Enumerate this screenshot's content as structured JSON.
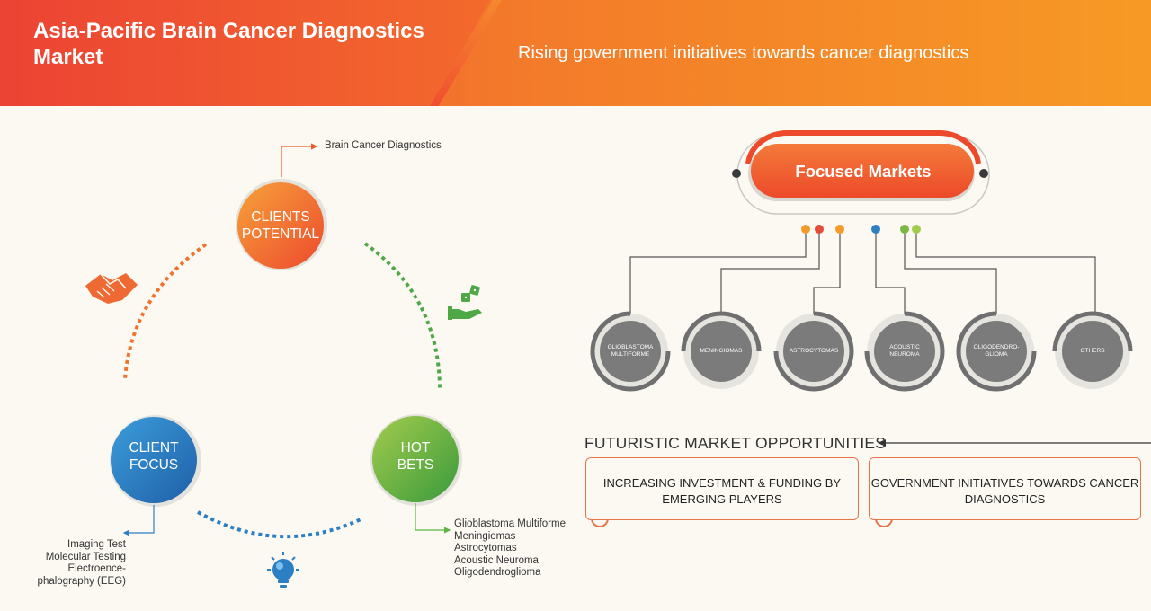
{
  "header": {
    "title": "Asia-Pacific Brain Cancer Diagnostics Market",
    "subtitle": "Rising government initiatives towards cancer diagnostics"
  },
  "cycle": {
    "clients_potential": {
      "line1": "CLIENTS",
      "line2": "POTENTIAL",
      "note": "Brain Cancer Diagnostics"
    },
    "client_focus": {
      "line1": "CLIENT",
      "line2": "FOCUS",
      "notes": [
        "Imaging Test",
        "Molecular Testing",
        "Electroence-",
        "phalography (EEG)"
      ]
    },
    "hot_bets": {
      "line1": "HOT",
      "line2": "BETS",
      "notes": [
        "Glioblastoma Multiforme",
        "Meningiomas",
        "Astrocytomas",
        "Acoustic Neuroma",
        "Oligodendroglioma"
      ]
    }
  },
  "icons": [
    "handshake-icon",
    "dice-hand-icon",
    "lightbulb-icon"
  ],
  "focused_markets": {
    "title": "Focused Markets",
    "segments": [
      {
        "line1": "GLIOBLASTOMA",
        "line2": "MULTIFORME"
      },
      {
        "line1": "MENINGIOMAS",
        "line2": ""
      },
      {
        "line1": "ASTROCYTOMAS",
        "line2": ""
      },
      {
        "line1": "ACOUSTIC",
        "line2": "NEUROMA"
      },
      {
        "line1": "OLIGODENDRO-",
        "line2": "GLIOMA"
      },
      {
        "line1": "OTHERS",
        "line2": ""
      }
    ]
  },
  "opportunities": {
    "title": "FUTURISTIC MARKET OPPORTUNITIES",
    "items": [
      {
        "line1": "INCREASING INVESTMENT & FUNDING BY",
        "line2": "EMERGING PLAYERS"
      },
      {
        "line1": "GOVERNMENT INITIATIVES TOWARDS CANCER",
        "line2": "DIAGNOSTICS"
      }
    ]
  },
  "colors": {
    "orange": "#f05a2b",
    "blue": "#2d7fc4",
    "green": "#5db443",
    "gray": "#7f7f7f"
  }
}
